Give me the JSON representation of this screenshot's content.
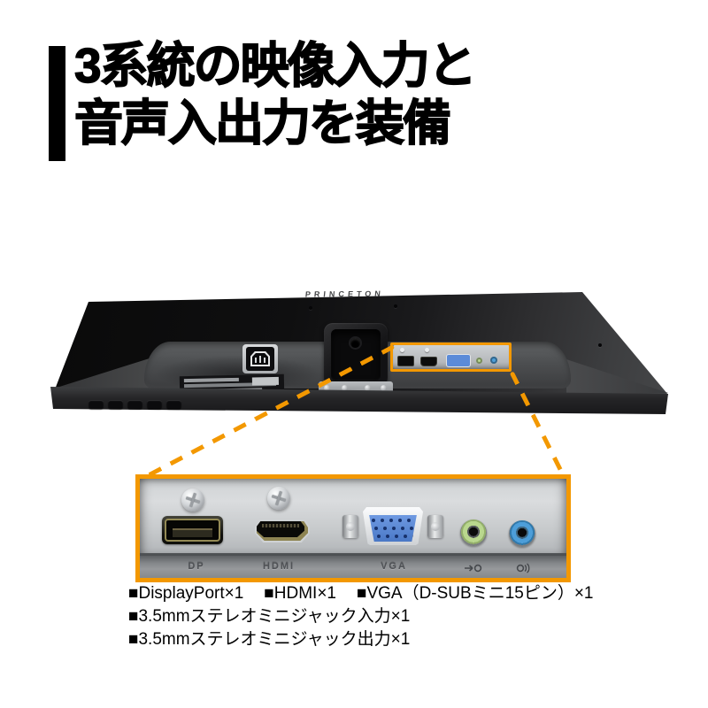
{
  "colors": {
    "accent": "#F39800",
    "vga_blue": "#5b8bd8",
    "audio_in_green": "#b9d78e",
    "audio_out_blue": "#4d9ed9"
  },
  "header": {
    "title_line1": "3系統の映像入力と",
    "title_line2": "音声入出力を装備"
  },
  "monitor": {
    "brand_logo": "PRINCETON"
  },
  "closeup": {
    "port_labels": {
      "dp": "DP",
      "hdmi": "HDMI",
      "vga": "VGA"
    },
    "icons": {
      "audio_in": "audio-in-icon",
      "audio_out": "audio-out-icon"
    }
  },
  "specs": {
    "video_inputs": [
      "■DisplayPort×1",
      "■HDMI×1",
      "■VGA（D-SUBミニ15ピン）×1"
    ],
    "audio_in": "■3.5mmステレオミニジャック入力×1",
    "audio_out": "■3.5mmステレオミニジャック出力×1"
  }
}
